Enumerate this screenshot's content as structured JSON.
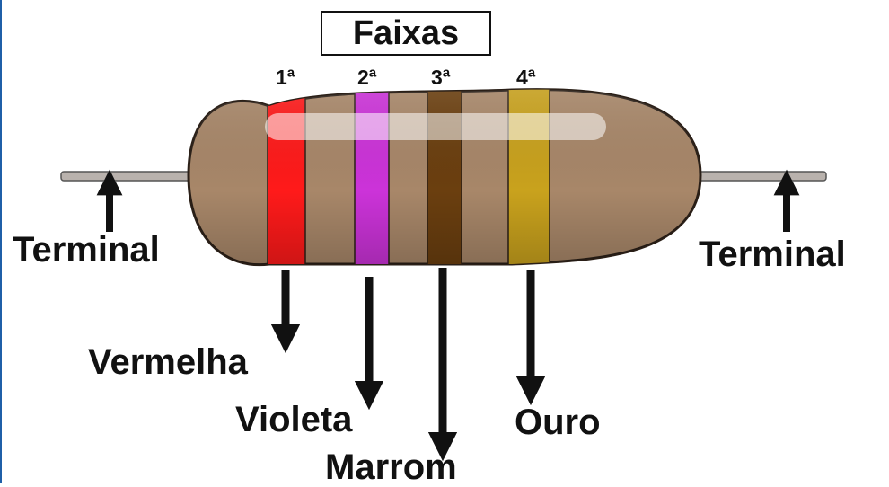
{
  "title": "Faixas",
  "band_numbers": [
    "1ª",
    "2ª",
    "3ª",
    "4ª"
  ],
  "terminal_left": "Terminal",
  "terminal_right": "Terminal",
  "bands": [
    {
      "name": "Vermelha",
      "color": "#ff1a1a"
    },
    {
      "name": "Violeta",
      "color": "#cc33d9"
    },
    {
      "name": "Marrom",
      "color": "#6b3f0f"
    },
    {
      "name": "Ouro",
      "color": "#c9a21d"
    }
  ],
  "body_color": "#a88769"
}
